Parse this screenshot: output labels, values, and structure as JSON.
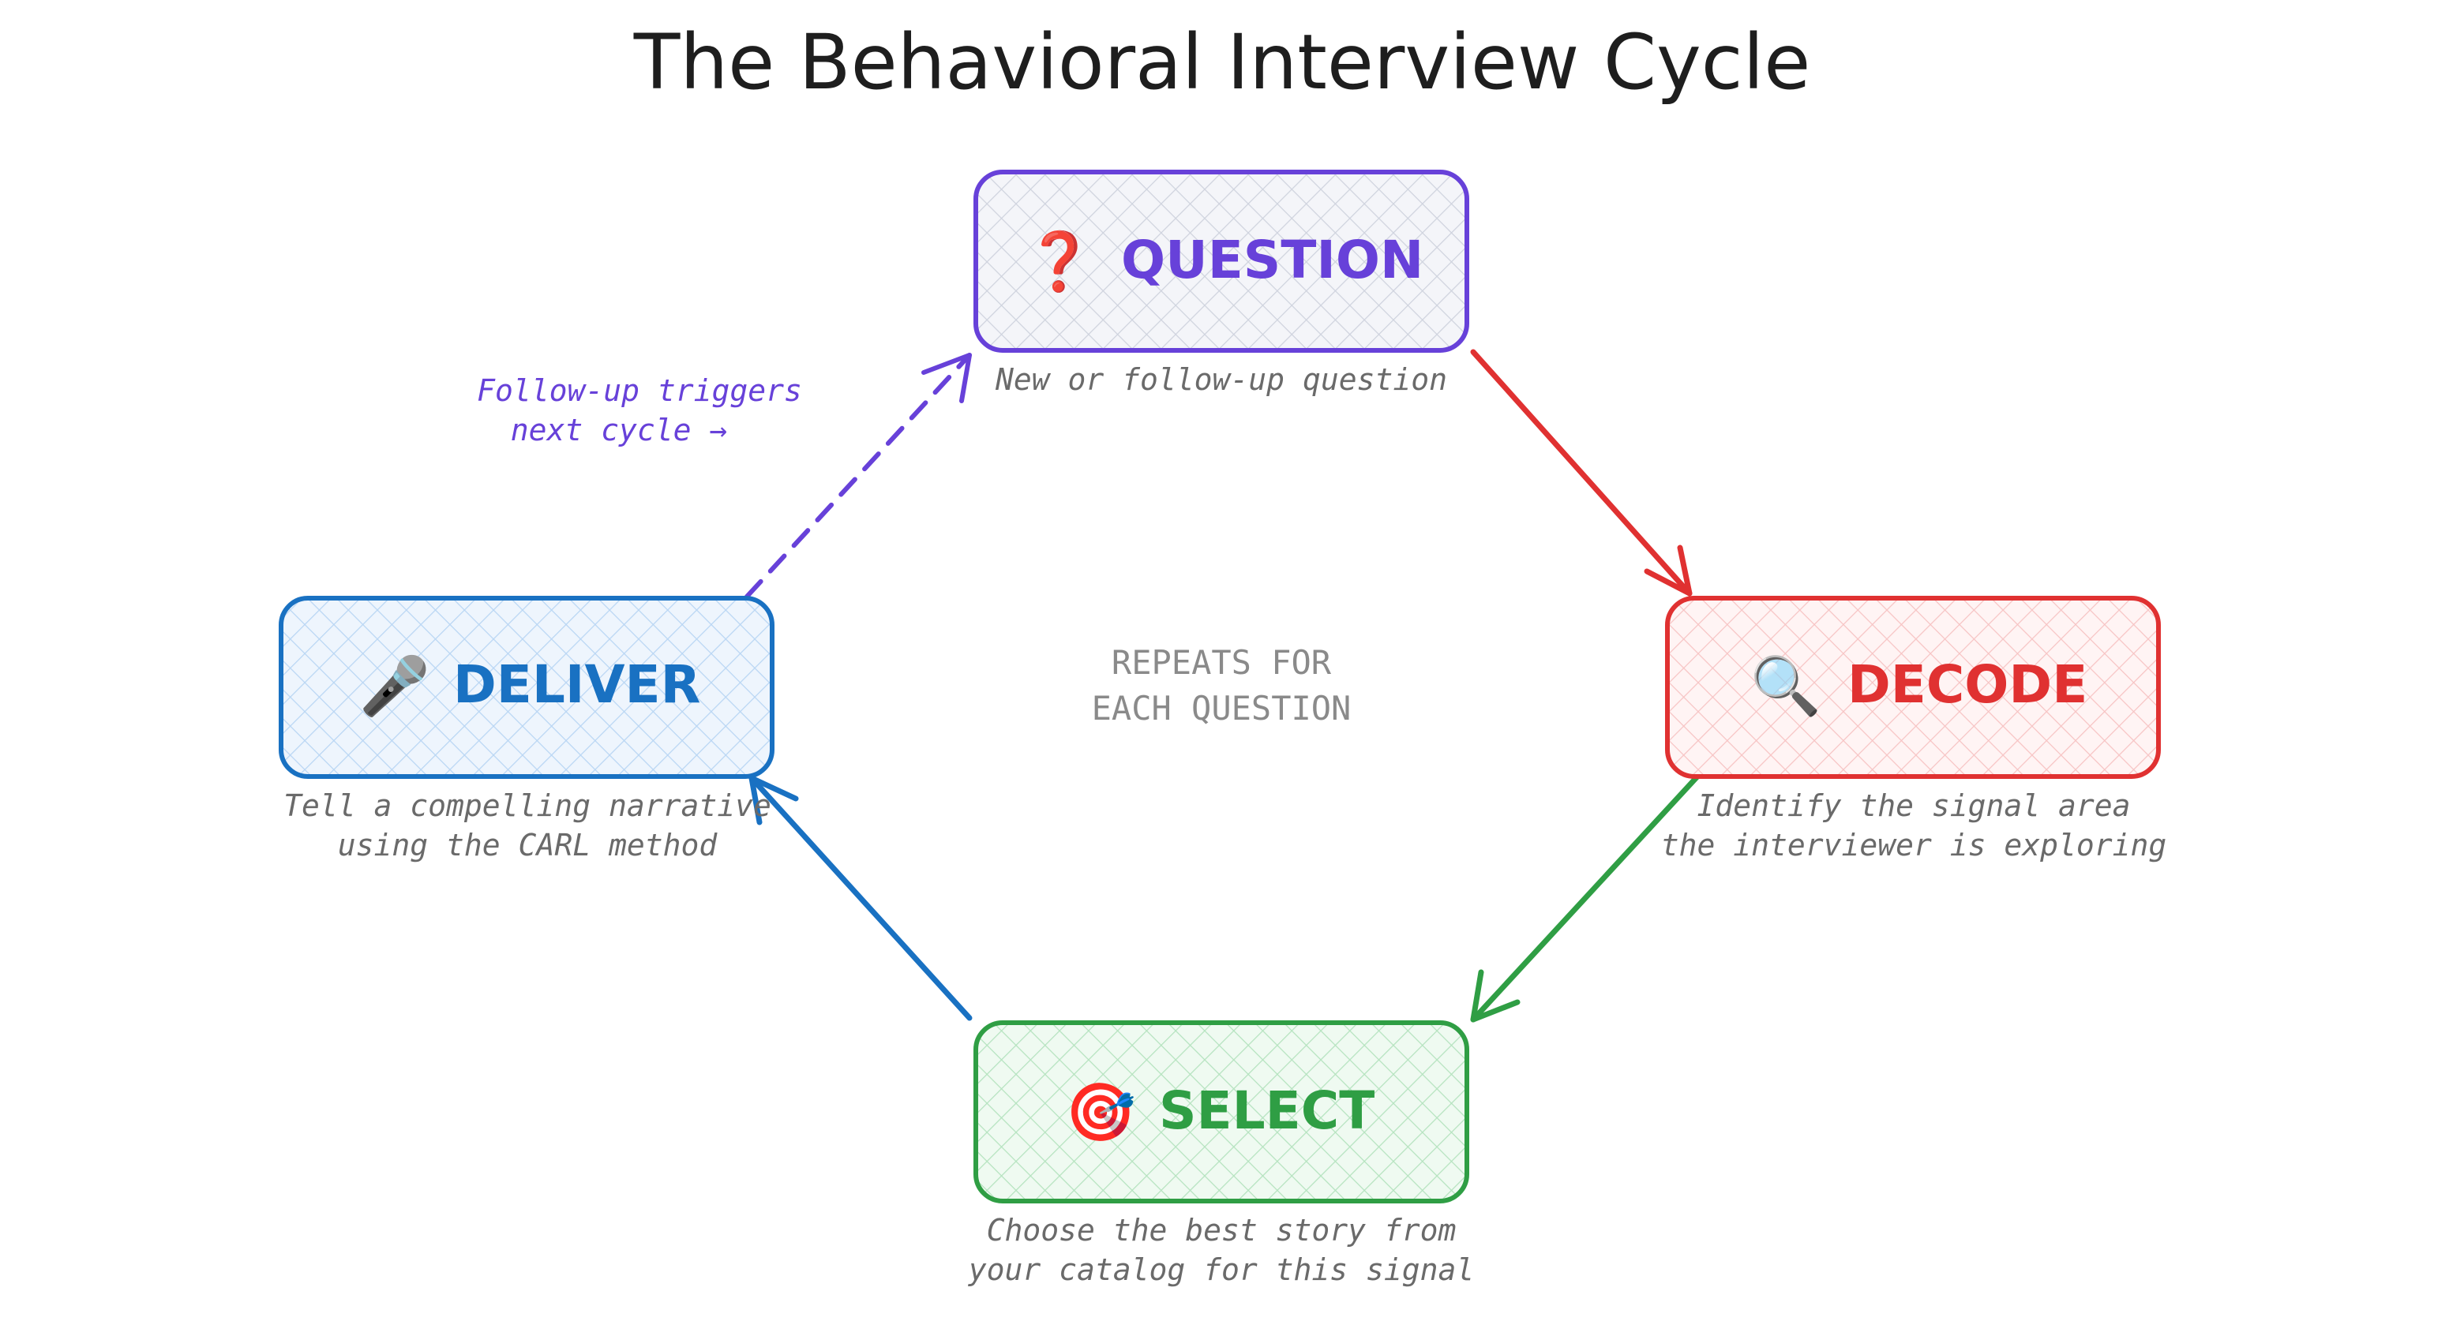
{
  "title": "The Behavioral Interview Cycle",
  "colors": {
    "question": "#6741d9",
    "decode": "#e03131",
    "select": "#2f9e44",
    "deliver": "#1971c2",
    "question_fill": "#eceef4",
    "decode_fill": "#fde4e4",
    "select_fill": "#d8f1dc",
    "deliver_fill": "#d6e8fa",
    "caption": "#6a6a6a",
    "center": "#8a8a8a"
  },
  "nodes": {
    "question": {
      "icon": "question-mark-icon",
      "icon_glyph": "❓",
      "label": "QUESTION",
      "caption": [
        "New or follow-up question"
      ]
    },
    "decode": {
      "icon": "magnifier-icon",
      "icon_glyph": "🔍",
      "label": "DECODE",
      "caption": [
        "Identify the signal area",
        "the interviewer is exploring"
      ]
    },
    "select": {
      "icon": "target-icon",
      "icon_glyph": "🎯",
      "label": "SELECT",
      "caption": [
        "Choose the best story from",
        "your catalog for this signal"
      ]
    },
    "deliver": {
      "icon": "microphone-icon",
      "icon_glyph": "🎤",
      "label": "DELIVER",
      "caption": [
        "Tell a compelling narrative",
        "using the CARL method"
      ]
    }
  },
  "center": [
    "REPEATS FOR",
    "EACH QUESTION"
  ],
  "followup_note": [
    "Follow-up triggers",
    "next cycle →"
  ]
}
